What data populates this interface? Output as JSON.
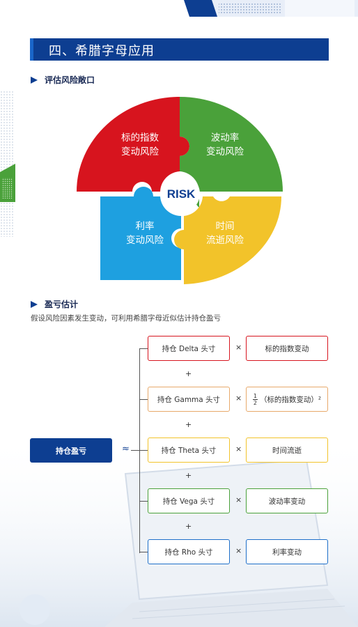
{
  "title": "四、希腊字母应用",
  "section1": {
    "label": "评估风险敞口"
  },
  "puzzle": {
    "center": "RISK",
    "quadrants": [
      {
        "line1": "标的指数",
        "line2": "变动风险",
        "color": "#d7141e"
      },
      {
        "line1": "波动率",
        "line2": "变动风险",
        "color": "#4aa13a"
      },
      {
        "line1": "利率",
        "line2": "变动风险",
        "color": "#1ea0e0"
      },
      {
        "line1": "时间",
        "line2": "流逝风险",
        "color": "#f2c32a"
      }
    ]
  },
  "section2": {
    "label": "盈亏估计",
    "description": "假设风险因素发生变动，可利用希腊字母近似估计持仓盈亏"
  },
  "formula": {
    "holding_label": "持仓盈亏",
    "approx_symbol": "≈",
    "times_symbol": "×",
    "plus_symbol": "+",
    "terms": [
      {
        "left": "持仓 Delta 头寸",
        "right": "标的指数变动",
        "color": "#d7141e"
      },
      {
        "left": "持仓 Gamma 头寸",
        "right": "（标的指数变动）²",
        "frac_num": "1",
        "frac_den": "2",
        "color": "#e8a96a"
      },
      {
        "left": "持仓 Theta 头寸",
        "right": "时间流逝",
        "color": "#f2c32a"
      },
      {
        "left": "持仓 Vega 头寸",
        "right": "波动率变动",
        "color": "#4aa13a"
      },
      {
        "left": "持仓 Rho 头寸",
        "right": "利率变动",
        "color": "#1e6fc9"
      }
    ]
  }
}
